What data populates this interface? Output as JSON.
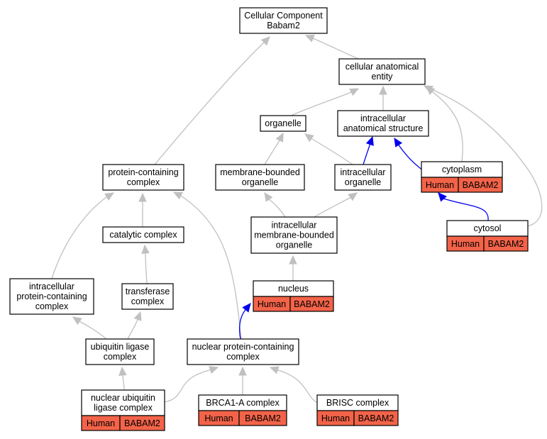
{
  "diagram": {
    "colors": {
      "is_a_edge": "#c0c0c0",
      "part_of_edge": "#0000ee",
      "annotation_fill": "#f36349",
      "node_border": "#000000"
    },
    "nodes": [
      {
        "id": "cc",
        "lines": [
          "Cellular Component",
          "Babam2"
        ]
      },
      {
        "id": "cae",
        "lines": [
          "cellular anatomical",
          "entity"
        ]
      },
      {
        "id": "organelle",
        "lines": [
          "organelle"
        ]
      },
      {
        "id": "ias",
        "lines": [
          "intracellular",
          "anatomical structure"
        ]
      },
      {
        "id": "pcc",
        "lines": [
          "protein-containing",
          "complex"
        ]
      },
      {
        "id": "mbo",
        "lines": [
          "membrane-bounded",
          "organelle"
        ]
      },
      {
        "id": "io",
        "lines": [
          "intracellular",
          "organelle"
        ]
      },
      {
        "id": "cytoplasm",
        "lines": [
          "cytoplasm"
        ],
        "annotation": [
          "Human",
          "BABAM2"
        ]
      },
      {
        "id": "cytosol",
        "lines": [
          "cytosol"
        ],
        "annotation": [
          "Human",
          "BABAM2"
        ]
      },
      {
        "id": "catalytic",
        "lines": [
          "catalytic complex"
        ]
      },
      {
        "id": "imbo",
        "lines": [
          "intracellular",
          "membrane-bounded",
          "organelle"
        ]
      },
      {
        "id": "ipcc",
        "lines": [
          "intracellular",
          "protein-containing",
          "complex"
        ]
      },
      {
        "id": "transferase",
        "lines": [
          "transferase",
          "complex"
        ]
      },
      {
        "id": "nucleus",
        "lines": [
          "nucleus"
        ],
        "annotation": [
          "Human",
          "BABAM2"
        ]
      },
      {
        "id": "ulc",
        "lines": [
          "ubiquitin ligase",
          "complex"
        ]
      },
      {
        "id": "npcc",
        "lines": [
          "nuclear protein-containing",
          "complex"
        ]
      },
      {
        "id": "nulc",
        "lines": [
          "nuclear ubiquitin",
          "ligase complex"
        ],
        "annotation": [
          "Human",
          "BABAM2"
        ]
      },
      {
        "id": "brca1a",
        "lines": [
          "BRCA1-A complex"
        ],
        "annotation": [
          "Human",
          "BABAM2"
        ]
      },
      {
        "id": "brisc",
        "lines": [
          "BRISC complex"
        ],
        "annotation": [
          "Human",
          "BABAM2"
        ]
      }
    ],
    "edges": [
      {
        "from": "cae",
        "to": "cc",
        "type": "is_a"
      },
      {
        "from": "pcc",
        "to": "cc",
        "type": "is_a"
      },
      {
        "from": "organelle",
        "to": "cae",
        "type": "is_a"
      },
      {
        "from": "ias",
        "to": "cae",
        "type": "is_a"
      },
      {
        "from": "cytoplasm",
        "to": "cae",
        "type": "is_a"
      },
      {
        "from": "cytosol",
        "to": "cae",
        "type": "is_a"
      },
      {
        "from": "mbo",
        "to": "organelle",
        "type": "is_a"
      },
      {
        "from": "io",
        "to": "organelle",
        "type": "is_a"
      },
      {
        "from": "io",
        "to": "ias",
        "type": "part_of"
      },
      {
        "from": "cytoplasm",
        "to": "ias",
        "type": "part_of"
      },
      {
        "from": "cytosol",
        "to": "cytoplasm",
        "type": "part_of"
      },
      {
        "from": "catalytic",
        "to": "pcc",
        "type": "is_a"
      },
      {
        "from": "ipcc",
        "to": "pcc",
        "type": "is_a"
      },
      {
        "from": "npcc",
        "to": "pcc",
        "type": "is_a"
      },
      {
        "from": "imbo",
        "to": "mbo",
        "type": "is_a"
      },
      {
        "from": "imbo",
        "to": "io",
        "type": "is_a"
      },
      {
        "from": "transferase",
        "to": "catalytic",
        "type": "is_a"
      },
      {
        "from": "nucleus",
        "to": "imbo",
        "type": "is_a"
      },
      {
        "from": "ulc",
        "to": "ipcc",
        "type": "is_a"
      },
      {
        "from": "ulc",
        "to": "transferase",
        "type": "is_a"
      },
      {
        "from": "npcc",
        "to": "nucleus",
        "type": "part_of"
      },
      {
        "from": "nulc",
        "to": "ulc",
        "type": "is_a"
      },
      {
        "from": "nulc",
        "to": "npcc",
        "type": "is_a"
      },
      {
        "from": "brca1a",
        "to": "npcc",
        "type": "is_a"
      },
      {
        "from": "brisc",
        "to": "npcc",
        "type": "is_a"
      }
    ]
  }
}
